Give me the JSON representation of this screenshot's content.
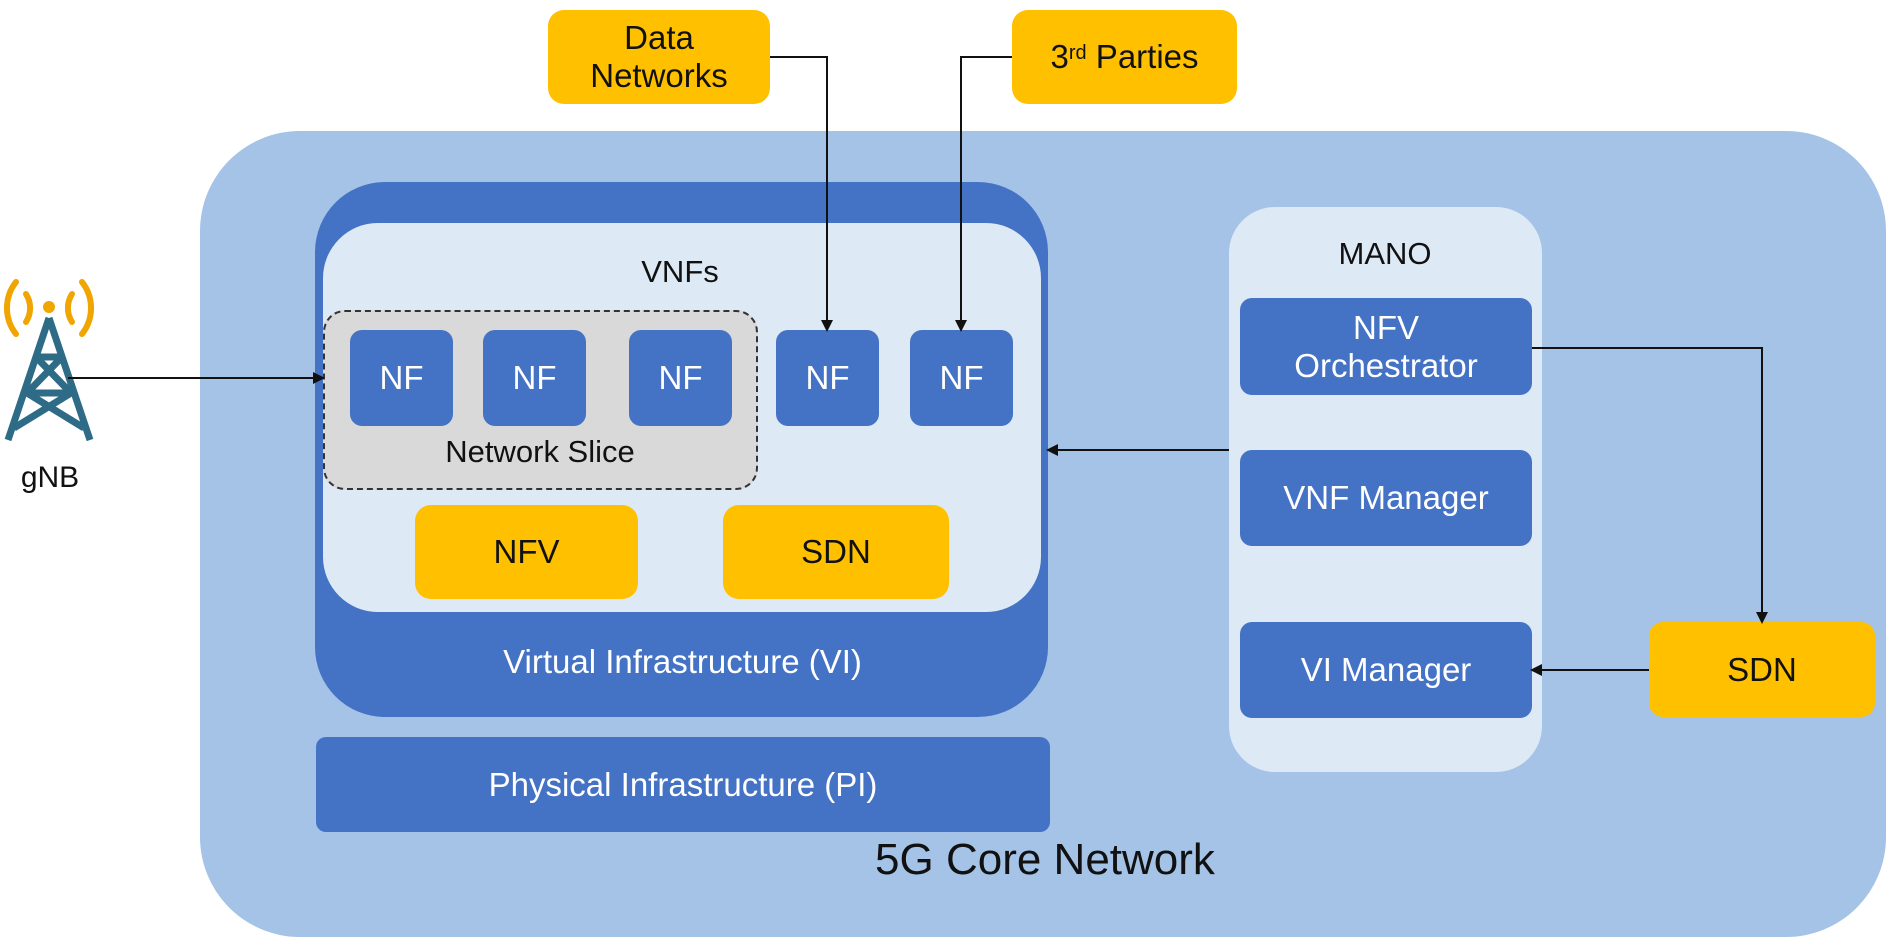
{
  "sources": {
    "data_networks": "Data\nNetworks",
    "third_parties_base": "3",
    "third_parties_sup": "rd",
    "third_parties_rest": " Parties"
  },
  "gnb": {
    "label": "gNB"
  },
  "core": {
    "label": "5G Core Network"
  },
  "vi": {
    "label": "Virtual Infrastructure (VI)"
  },
  "pi": {
    "label": "Physical Infrastructure (PI)"
  },
  "vnfs": {
    "title": "VNFs",
    "slice_label": "Network Slice",
    "nf_labels": [
      "NF",
      "NF",
      "NF",
      "NF",
      "NF"
    ],
    "nfv": "NFV",
    "sdn": "SDN"
  },
  "mano": {
    "title": "MANO",
    "orchestrator": "NFV\nOrchestrator",
    "vnf_manager": "VNF Manager",
    "vi_manager": "VI Manager"
  },
  "external_sdn": "SDN",
  "colors": {
    "core_bg": "#a4c3e6",
    "blue": "#4472c4",
    "light_panel": "#dde9f5",
    "yellow": "#ffc000",
    "tower_teal": "#2e6b86",
    "signal_orange": "#f0a500"
  }
}
